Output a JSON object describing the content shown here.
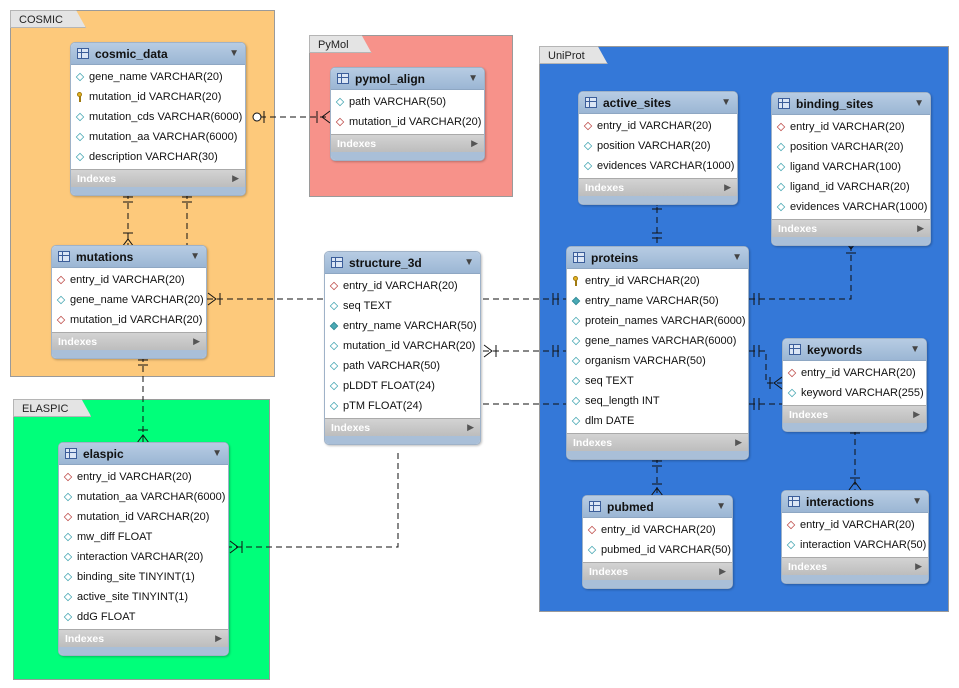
{
  "regions": {
    "cosmic": {
      "label": "COSMIC",
      "color": "#fdc97b"
    },
    "pymol": {
      "label": "PyMol",
      "color": "#f7928a"
    },
    "uniprot": {
      "label": "UniProt",
      "color": "#3478d8"
    },
    "elaspic": {
      "label": "ELASPIC",
      "color": "#00ff7a"
    }
  },
  "indexes_label": "Indexes",
  "tables": {
    "cosmic_data": {
      "name": "cosmic_data",
      "columns": [
        {
          "text": "gene_name VARCHAR(20)",
          "icon": "plain"
        },
        {
          "text": "mutation_id VARCHAR(20)",
          "icon": "key"
        },
        {
          "text": "mutation_cds VARCHAR(6000)",
          "icon": "plain"
        },
        {
          "text": "mutation_aa VARCHAR(6000)",
          "icon": "plain"
        },
        {
          "text": "description VARCHAR(30)",
          "icon": "plain"
        }
      ]
    },
    "pymol_align": {
      "name": "pymol_align",
      "columns": [
        {
          "text": "path VARCHAR(50)",
          "icon": "plain"
        },
        {
          "text": "mutation_id VARCHAR(20)",
          "icon": "fk"
        }
      ]
    },
    "mutations": {
      "name": "mutations",
      "columns": [
        {
          "text": "entry_id VARCHAR(20)",
          "icon": "fk"
        },
        {
          "text": "gene_name VARCHAR(20)",
          "icon": "plain"
        },
        {
          "text": "mutation_id VARCHAR(20)",
          "icon": "fk"
        }
      ]
    },
    "structure_3d": {
      "name": "structure_3d",
      "columns": [
        {
          "text": "entry_id VARCHAR(20)",
          "icon": "fk"
        },
        {
          "text": "seq TEXT",
          "icon": "plain"
        },
        {
          "text": "entry_name VARCHAR(50)",
          "icon": "filled"
        },
        {
          "text": "mutation_id VARCHAR(20)",
          "icon": "plain"
        },
        {
          "text": "path VARCHAR(50)",
          "icon": "plain"
        },
        {
          "text": "pLDDT FLOAT(24)",
          "icon": "plain"
        },
        {
          "text": "pTM FLOAT(24)",
          "icon": "plain"
        }
      ]
    },
    "elaspic": {
      "name": "elaspic",
      "columns": [
        {
          "text": "entry_id VARCHAR(20)",
          "icon": "fk"
        },
        {
          "text": "mutation_aa VARCHAR(6000)",
          "icon": "plain"
        },
        {
          "text": "mutation_id VARCHAR(20)",
          "icon": "fk"
        },
        {
          "text": "mw_diff FLOAT",
          "icon": "plain"
        },
        {
          "text": "interaction VARCHAR(20)",
          "icon": "plain"
        },
        {
          "text": "binding_site TINYINT(1)",
          "icon": "plain"
        },
        {
          "text": "active_site TINYINT(1)",
          "icon": "plain"
        },
        {
          "text": "ddG FLOAT",
          "icon": "plain"
        }
      ]
    },
    "active_sites": {
      "name": "active_sites",
      "columns": [
        {
          "text": "entry_id VARCHAR(20)",
          "icon": "fk"
        },
        {
          "text": "position VARCHAR(20)",
          "icon": "plain"
        },
        {
          "text": "evidences VARCHAR(1000)",
          "icon": "plain"
        }
      ]
    },
    "binding_sites": {
      "name": "binding_sites",
      "columns": [
        {
          "text": "entry_id VARCHAR(20)",
          "icon": "fk"
        },
        {
          "text": "position VARCHAR(20)",
          "icon": "plain"
        },
        {
          "text": "ligand VARCHAR(100)",
          "icon": "plain"
        },
        {
          "text": "ligand_id VARCHAR(20)",
          "icon": "plain"
        },
        {
          "text": "evidences VARCHAR(1000)",
          "icon": "plain"
        }
      ]
    },
    "proteins": {
      "name": "proteins",
      "columns": [
        {
          "text": "entry_id VARCHAR(20)",
          "icon": "key"
        },
        {
          "text": "entry_name VARCHAR(50)",
          "icon": "filled"
        },
        {
          "text": "protein_names VARCHAR(6000)",
          "icon": "plain"
        },
        {
          "text": "gene_names VARCHAR(6000)",
          "icon": "plain"
        },
        {
          "text": "organism VARCHAR(50)",
          "icon": "plain"
        },
        {
          "text": "seq TEXT",
          "icon": "plain"
        },
        {
          "text": "seq_length INT",
          "icon": "plain"
        },
        {
          "text": "dlm DATE",
          "icon": "plain"
        }
      ]
    },
    "keywords": {
      "name": "keywords",
      "columns": [
        {
          "text": "entry_id VARCHAR(20)",
          "icon": "fk"
        },
        {
          "text": "keyword VARCHAR(255)",
          "icon": "plain"
        }
      ]
    },
    "pubmed": {
      "name": "pubmed",
      "columns": [
        {
          "text": "entry_id VARCHAR(20)",
          "icon": "fk"
        },
        {
          "text": "pubmed_id VARCHAR(50)",
          "icon": "plain"
        }
      ]
    },
    "interactions": {
      "name": "interactions",
      "columns": [
        {
          "text": "entry_id VARCHAR(20)",
          "icon": "fk"
        },
        {
          "text": "interaction VARCHAR(50)",
          "icon": "plain"
        }
      ]
    }
  }
}
